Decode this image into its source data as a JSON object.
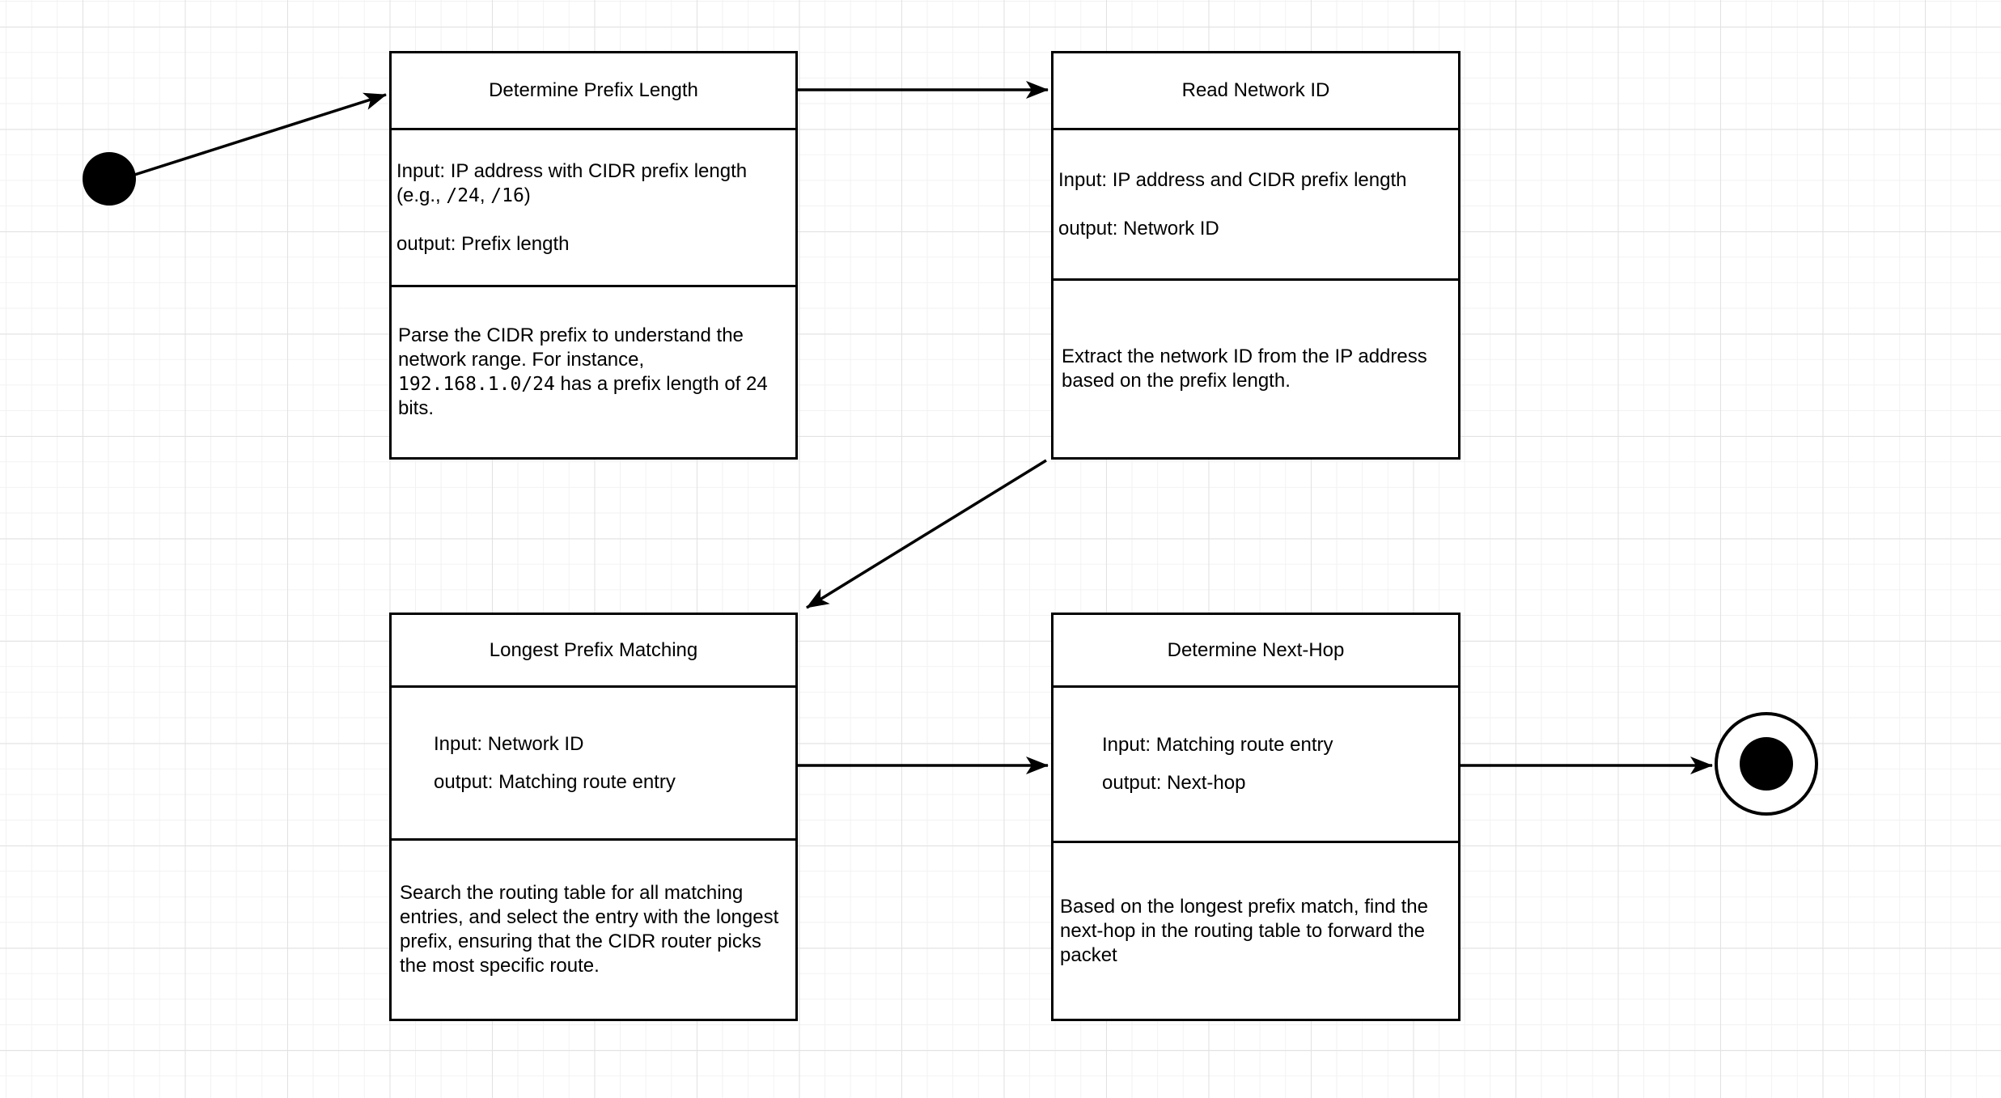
{
  "canvas": {
    "background_color": "#ffffff",
    "grid_minor_color": "#f2f2f2",
    "grid_major_color": "#e2e2e2",
    "stroke_color": "#000000"
  },
  "nodes": [
    {
      "id": "determine-prefix-length",
      "title": "Determine Prefix Length",
      "io": {
        "input_prefix": "Input: IP address with CIDR prefix length (e.g., ",
        "input_mono1": "/24",
        "input_sep": ", ",
        "input_mono2": "/16",
        "input_suffix": ")",
        "output": "output: Prefix length"
      },
      "desc": {
        "prefix": "Parse the CIDR prefix to understand the network range. For instance, ",
        "mono": "192.168.1.0/24",
        "suffix": " has a prefix length of 24 bits."
      }
    },
    {
      "id": "read-network-id",
      "title": "Read Network ID",
      "io": {
        "input": "Input: IP address and CIDR prefix length",
        "output": "output: Network ID"
      },
      "desc": "Extract the network ID from the IP address based on the prefix length."
    },
    {
      "id": "longest-prefix-matching",
      "title": "Longest Prefix Matching",
      "io": {
        "input": "Input: Network ID",
        "output": "output: Matching route entry"
      },
      "desc": "Search the routing table for all matching entries, and select the entry with the longest prefix, ensuring that the CIDR router picks the most specific route."
    },
    {
      "id": "determine-next-hop",
      "title": "Determine Next-Hop",
      "io": {
        "input": "Input: Matching route entry",
        "output": "output: Next-hop"
      },
      "desc": "Based on the longest prefix match, find the next-hop in the routing table to forward the packet"
    }
  ]
}
